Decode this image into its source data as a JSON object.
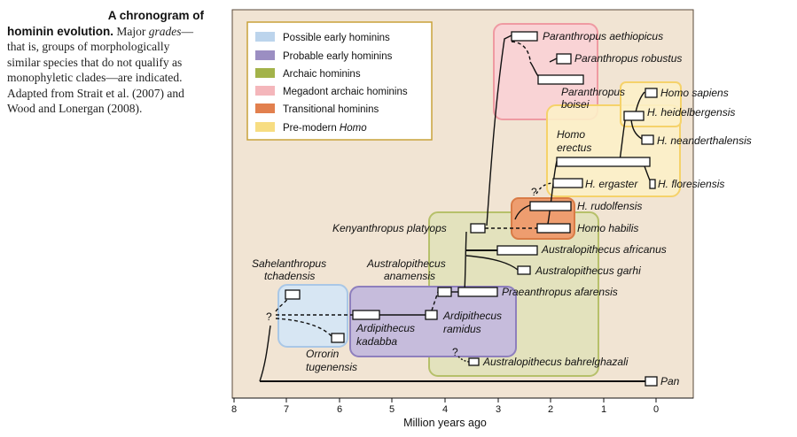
{
  "caption": {
    "title": "A chronogram of",
    "lead": "hominin evolution.",
    "body_1": " Major ",
    "body_em": "grades",
    "body_2": "—that is, groups of morphologically similar species that do not qualify as monophyletic clades—are indicated. Adapted from Strait et al. (2007) and Wood and Lonergan (2008)."
  },
  "legend": [
    {
      "label": "Possible early hominins",
      "color": "#bcd4ec"
    },
    {
      "label": "Probable early hominins",
      "color": "#9b8ec2"
    },
    {
      "label": "Archaic hominins",
      "color": "#a3b34a"
    },
    {
      "label": "Megadont archaic hominins",
      "color": "#f4b6bb"
    },
    {
      "label": "Transitional hominins",
      "color": "#e2804e"
    },
    {
      "label": "Pre-modern ",
      "label_em": "Homo",
      "color": "#f7dd82"
    }
  ],
  "axis": {
    "ticks": [
      "8",
      "7",
      "6",
      "5",
      "4",
      "3",
      "2",
      "1",
      "0"
    ],
    "label": "Million years ago"
  },
  "taxa": {
    "p_aethiopicus": "Paranthropus aethiopicus",
    "p_robustus": "Paranthropus robustus",
    "p_boisei_1": "Paranthropus",
    "p_boisei_2": "boisei",
    "h_sapiens": "Homo sapiens",
    "h_heidelbergensis": "H. heidelbergensis",
    "h_erectus_1": "Homo",
    "h_erectus_2": "erectus",
    "h_neanderthalensis": "H. neanderthalensis",
    "h_ergaster": "H. ergaster",
    "h_floresiensis": "H. floresiensis",
    "h_rudolfensis": "H. rudolfensis",
    "h_habilis": "Homo habilis",
    "k_platyops": "Kenyanthropus platyops",
    "a_africanus": "Australopithecus africanus",
    "a_garhi": "Australopithecus garhi",
    "s_tchadensis_1": "Sahelanthropus",
    "s_tchadensis_2": "tchadensis",
    "a_anamensis_1": "Australopithecus",
    "a_anamensis_2": "anamensis",
    "p_afarensis": "Praeanthropus afarensis",
    "a_ramidus_1": "Ardipithecus",
    "a_ramidus_2": "ramidus",
    "a_kadabba_1": "Ardipithecus",
    "a_kadabba_2": "kadabba",
    "o_tugenensis_1": "Orrorin",
    "o_tugenensis_2": "tugenensis",
    "a_bahrelghazali": "Australopithecus bahrelghazali",
    "pan": "Pan"
  },
  "question_mark": "?",
  "colors": {
    "plot_background": "#f1e4d3",
    "possible_box": "#d7e6f3",
    "probable_box": "#c6bcdc",
    "archaic_box": "#e0e2b9",
    "megadont_box": "#f9d3d5",
    "transitional_box": "#ee9d6f",
    "premodern_box": "#fcefc8"
  }
}
